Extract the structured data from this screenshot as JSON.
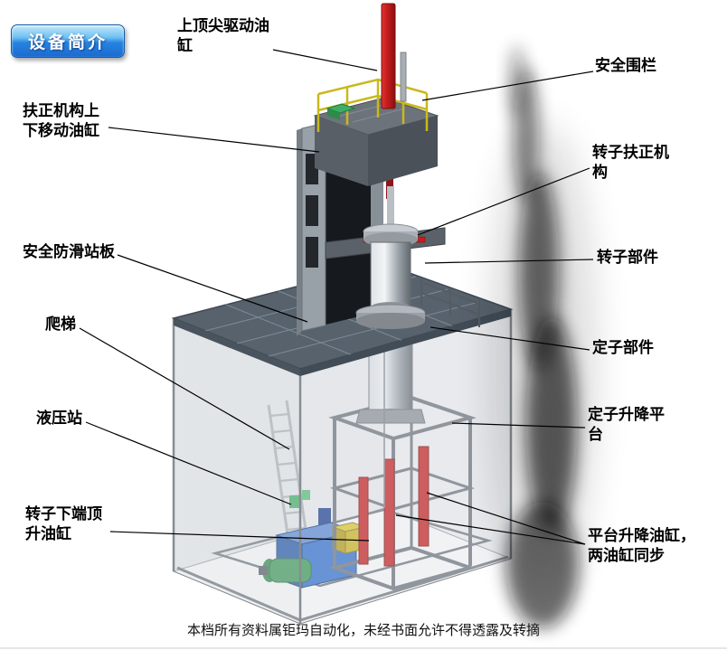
{
  "badge": {
    "label": "设备简介"
  },
  "labels": {
    "top_cylinder": {
      "text": "上顶尖驱动油缸"
    },
    "safety_fence": {
      "text": "安全围栏"
    },
    "centering_cylinder": {
      "text": "扶正机构上下移动油缸"
    },
    "rotor_centering": {
      "text": "转子扶正机构"
    },
    "antislip_platform": {
      "text": "安全防滑站板"
    },
    "rotor_part": {
      "text": "转子部件"
    },
    "ladder": {
      "text": "爬梯"
    },
    "stator_part": {
      "text": "定子部件"
    },
    "hydraulic_station": {
      "text": "液压站"
    },
    "stator_lift_platform": {
      "text": "定子升降平台"
    },
    "rotor_bottom_jack": {
      "text": "转子下端顶升油缸"
    },
    "platform_lift_cylinders": {
      "text": "平台升降油缸，两油缸同步"
    }
  },
  "footer": {
    "text": "本档所有资料属钜玛自动化，未经书面允许不得透露及转摘"
  },
  "colors": {
    "cylinder_red": "#c81d1d",
    "fence_yellow": "#c9b91c",
    "tank_blue": "#2f6fd0",
    "motor_green": "#3a9a55",
    "platform_gray": "#57626d",
    "badge_blue": "#1d78d8"
  }
}
